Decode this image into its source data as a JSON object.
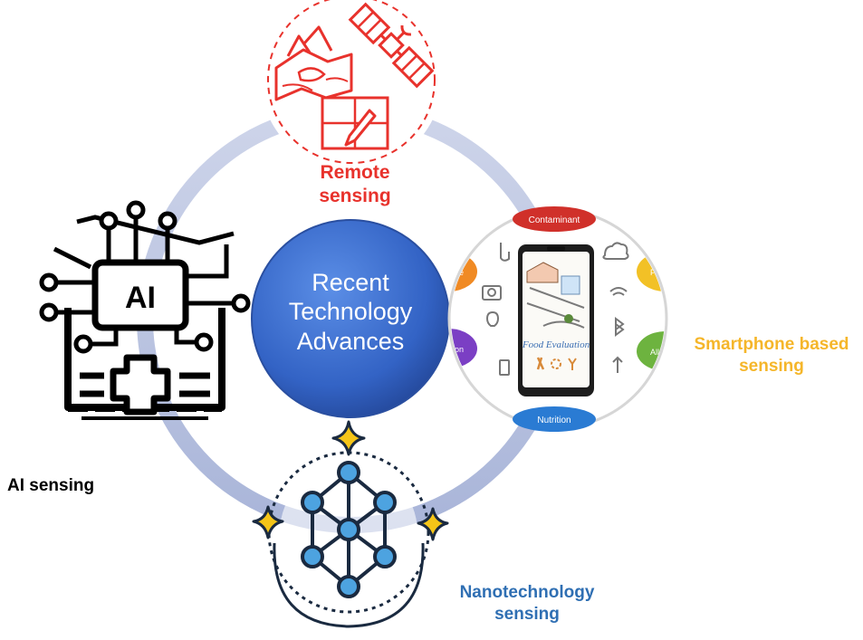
{
  "center": {
    "lines": [
      "Recent",
      "Technology",
      "Advances"
    ]
  },
  "nodes": {
    "remote": {
      "label_line1": "Remote",
      "label_line2": "sensing",
      "color": "#e8322c"
    },
    "smartphone": {
      "label_line1": "Smartphone based",
      "label_line2": "sensing",
      "color": "#f5b62a"
    },
    "ai": {
      "label": "AI sensing",
      "color": "#000000"
    },
    "nano": {
      "label_line1": "Nanotechnology",
      "label_line2": "sensing",
      "color": "#2f6fb3"
    }
  },
  "phone": {
    "screen_title": "Food Evaluation",
    "tags": [
      "Contaminant",
      "Pathogen",
      "Allergen",
      "Nutrition",
      "Spoilage",
      "Adulteration"
    ]
  },
  "ai_icon": {
    "chip_text": "AI"
  },
  "colors": {
    "ring": "#a9b6d9",
    "center_fill": "#3565c8",
    "contaminant_tag": "#d0302a",
    "pathogen_tag": "#f2c126",
    "allergen_tag": "#6db33f",
    "nutrition_tag": "#2a7bd3",
    "spoilage_tag": "#f08a24",
    "adulteration_tag": "#7b3fc4",
    "nano_node": "#4da3e0"
  }
}
